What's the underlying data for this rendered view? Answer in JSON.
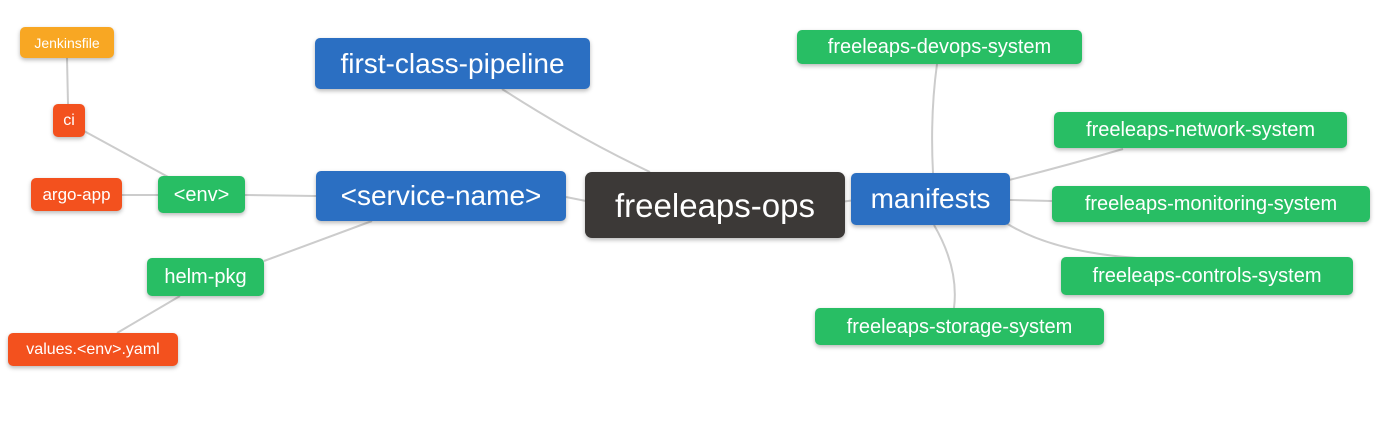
{
  "diagram": {
    "type": "mindmap",
    "root": "freeleaps-ops",
    "nodes": {
      "jenkinsfile": {
        "label": "Jenkinsfile",
        "color": "#f8a723"
      },
      "ci": {
        "label": "ci",
        "color": "#f3511e"
      },
      "argo_app": {
        "label": "argo-app",
        "color": "#f3511e"
      },
      "env": {
        "label": "<env>",
        "color": "#28be64"
      },
      "helm_pkg": {
        "label": "helm-pkg",
        "color": "#28be64"
      },
      "values_env_yaml": {
        "label": "values.<env>.yaml",
        "color": "#f3511e"
      },
      "first_class_pipeline": {
        "label": "first-class-pipeline",
        "color": "#2b6fc2"
      },
      "service_name": {
        "label": "<service-name>",
        "color": "#2b6fc2"
      },
      "freeleaps_ops": {
        "label": "freeleaps-ops",
        "color": "#3c3937"
      },
      "manifests": {
        "label": "manifests",
        "color": "#2b6fc2"
      },
      "devops_system": {
        "label": "freeleaps-devops-system",
        "color": "#28be64"
      },
      "network_system": {
        "label": "freeleaps-network-system",
        "color": "#28be64"
      },
      "monitoring_system": {
        "label": "freeleaps-monitoring-system",
        "color": "#28be64"
      },
      "controls_system": {
        "label": "freeleaps-controls-system",
        "color": "#28be64"
      },
      "storage_system": {
        "label": "freeleaps-storage-system",
        "color": "#28be64"
      }
    },
    "edges": [
      {
        "from": "jenkinsfile",
        "to": "ci"
      },
      {
        "from": "ci",
        "to": "env"
      },
      {
        "from": "argo_app",
        "to": "env"
      },
      {
        "from": "env",
        "to": "service_name"
      },
      {
        "from": "helm_pkg",
        "to": "service_name"
      },
      {
        "from": "values_env_yaml",
        "to": "helm_pkg"
      },
      {
        "from": "first_class_pipeline",
        "to": "freeleaps_ops"
      },
      {
        "from": "service_name",
        "to": "freeleaps_ops"
      },
      {
        "from": "freeleaps_ops",
        "to": "manifests"
      },
      {
        "from": "manifests",
        "to": "devops_system"
      },
      {
        "from": "manifests",
        "to": "network_system"
      },
      {
        "from": "manifests",
        "to": "monitoring_system"
      },
      {
        "from": "manifests",
        "to": "controls_system"
      },
      {
        "from": "manifests",
        "to": "storage_system"
      }
    ],
    "colors": {
      "blue": "#2b6fc2",
      "green": "#28be64",
      "red_orange": "#f3511e",
      "amber": "#f8a723",
      "dark": "#3c3937",
      "edge": "#cccccc",
      "background": "#ffffff",
      "text": "#ffffff"
    }
  }
}
